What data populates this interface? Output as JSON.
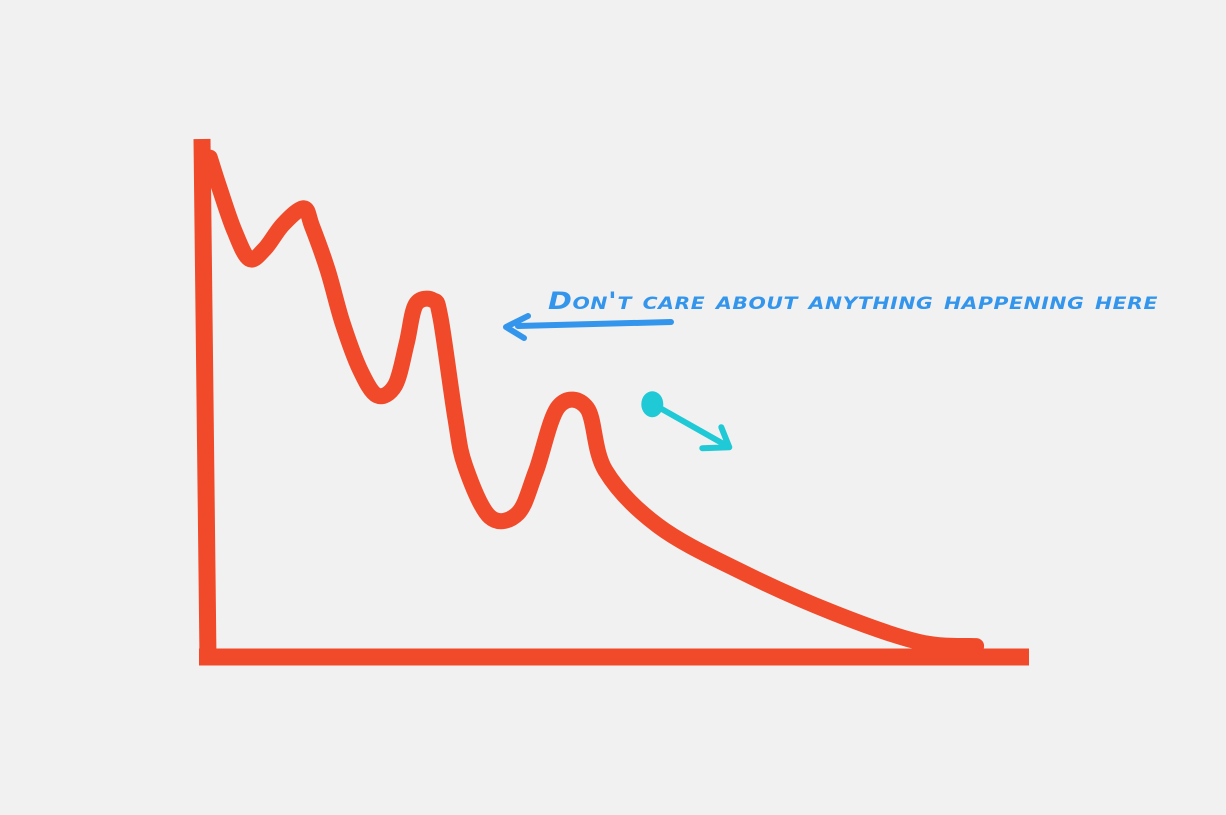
{
  "colors": {
    "background": "#f2f1f1",
    "axes": "#f04a2a",
    "curve": "#f04a2a",
    "annotation": "#3396ec",
    "marker": "#1fc9d6"
  },
  "chart_data": {
    "type": "line",
    "title": "",
    "xlabel": "",
    "ylabel": "",
    "grid": false,
    "legend": "none",
    "xlim": [
      0,
      100
    ],
    "ylim": [
      0,
      100
    ],
    "series": [
      {
        "x": [
          0.7,
          1.9,
          3.7,
          5.5,
          7.4,
          9.6,
          12.1,
          13.1,
          15.0,
          16.8,
          18.9,
          21.0,
          23.2,
          24.6,
          25.7,
          27.8,
          28.7,
          30.5,
          31.7,
          34.7,
          38.1,
          40.3,
          43.0,
          46.5,
          48.7,
          55.1,
          64.8,
          76.3,
          86.8,
          93.7
        ],
        "y": [
          96.6,
          90.6,
          82.4,
          77.0,
          79.0,
          83.7,
          86.8,
          83.4,
          74.9,
          64.7,
          55.7,
          50.6,
          52.6,
          60.7,
          68.2,
          69.0,
          65.6,
          46.3,
          36.9,
          27.1,
          27.8,
          36.0,
          48.4,
          48.1,
          36.1,
          25.4,
          16.8,
          8.6,
          2.9,
          2.1
        ]
      }
    ],
    "annotations": [
      {
        "text": "Don't care about anything happening here"
      }
    ],
    "marked_point": {
      "x": 54.4,
      "y": 48.9
    }
  }
}
